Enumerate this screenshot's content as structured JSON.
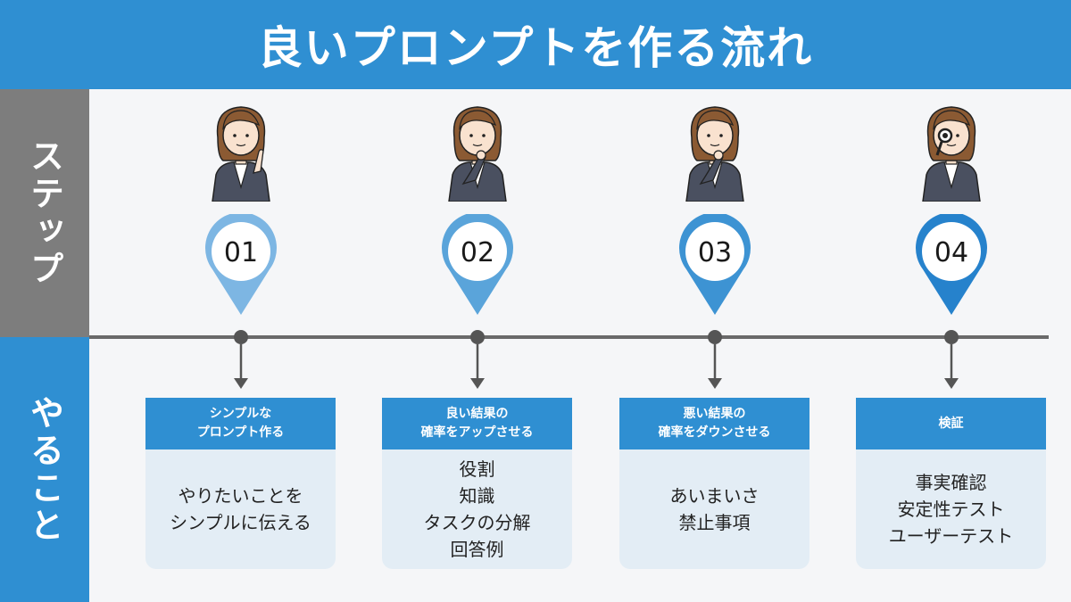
{
  "title": "良いプロンプトを作る流れ",
  "row_labels": {
    "step": "ステップ",
    "todo": "やること"
  },
  "colors": {
    "header": "#2f8fd2",
    "side_step": "#7d7d7d",
    "pin_colors": [
      "#7db6e3",
      "#5aa4da",
      "#3d93d3",
      "#2682cc"
    ]
  },
  "steps": [
    {
      "number": "01",
      "title_lines": [
        "シンプルな",
        "プロンプト作る"
      ],
      "body_lines": [
        "やりたいことを",
        "シンプルに伝える"
      ],
      "pose": "pointing"
    },
    {
      "number": "02",
      "title_lines": [
        "良い結果の",
        "確率をアップさせる"
      ],
      "body_lines": [
        "役割",
        "知識",
        "タスクの分解",
        "回答例"
      ],
      "pose": "thinking"
    },
    {
      "number": "03",
      "title_lines": [
        "悪い結果の",
        "確率をダウンさせる"
      ],
      "body_lines": [
        "あいまいさ",
        "禁止事項"
      ],
      "pose": "pondering"
    },
    {
      "number": "04",
      "title_lines": [
        "検証"
      ],
      "body_lines": [
        "事実確認",
        "安定性テスト",
        "ユーザーテスト"
      ],
      "pose": "magnifier"
    }
  ]
}
